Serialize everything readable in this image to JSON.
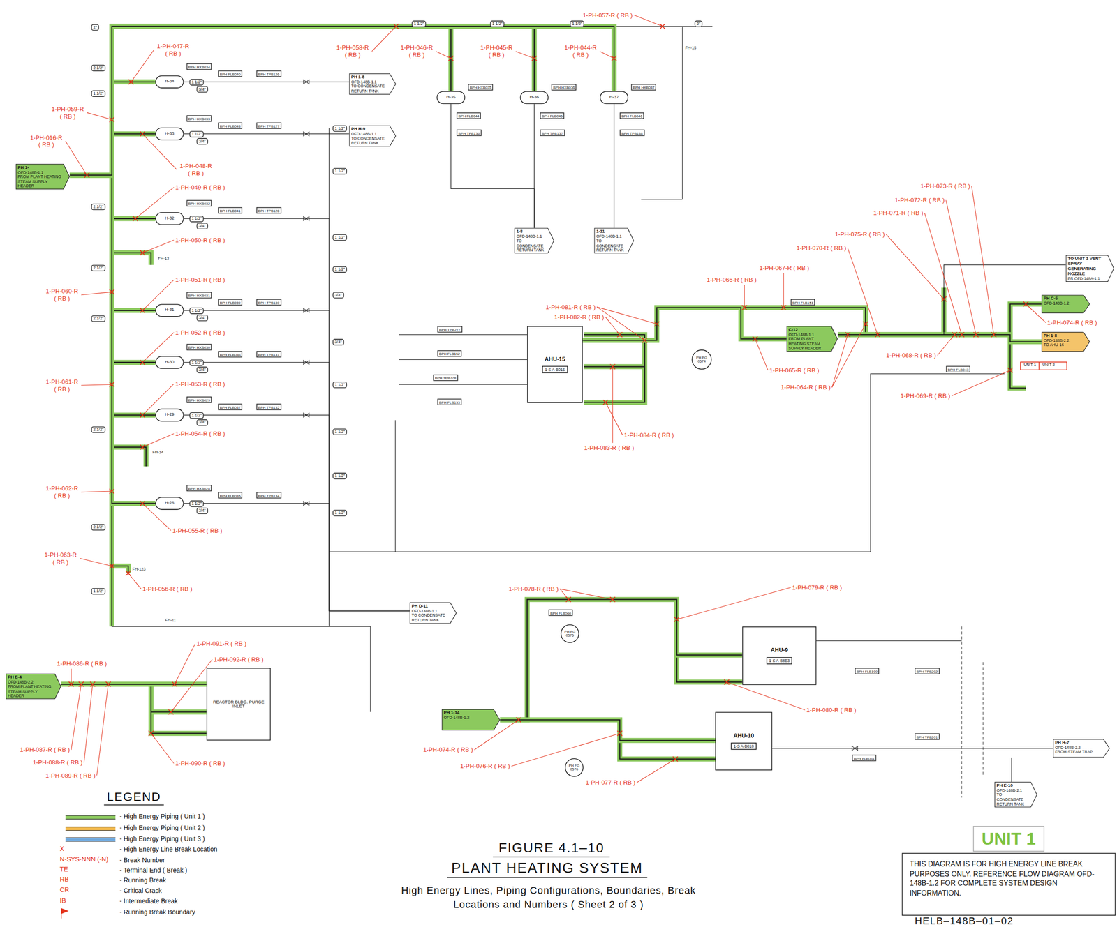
{
  "diagram": {
    "title": "FIGURE 4.1–10",
    "caption": "High Energy Lines, Piping Configurations, Boundaries, Break Locations and Numbers ( Sheet 2 of 3 )",
    "nodes": [
      {
        "text": [
          "PH 1-",
          "OFD-148B-1.1",
          "FROM PLANT HEATING STEAM SUPPLY HEADER"
        ]
      },
      {
        "text": [
          "H-34"
        ]
      },
      {
        "text": [
          "H-33"
        ]
      },
      {
        "text": [
          "H-32"
        ]
      },
      {
        "text": [
          "H-31"
        ]
      },
      {
        "text": [
          "H-30"
        ]
      },
      {
        "text": [
          "H-29"
        ]
      },
      {
        "text": [
          "H-28"
        ]
      },
      {
        "text": [
          "H-35"
        ]
      },
      {
        "text": [
          "H-36"
        ]
      },
      {
        "text": [
          "H-37"
        ]
      },
      {
        "text": [
          "PH 1-8",
          "OFD-148B-1.1",
          "TO CONDENSATE RETURN TANK"
        ]
      },
      {
        "text": [
          "PH H-9",
          "OFD-148B-1.1",
          "TO CONDENSATE RETURN TANK"
        ]
      },
      {
        "text": [
          "1-8",
          "OFD-148B-1.1",
          "TO CONDENSATE RETURN TANK"
        ]
      },
      {
        "text": [
          "1-11",
          "OFD-148B-1.1",
          "TO CONDENSATE RETURN TANK"
        ]
      },
      {
        "text": [
          "PH D-11",
          "OFD-148B-1.1",
          "TO CONDENSATE RETURN TANK"
        ]
      },
      {
        "text": [
          "TO UNIT 1 VENT SPRAY GENERATING NOZZLE",
          "PR OFD-148A-1.1"
        ]
      },
      {
        "text": [
          "PH C-5",
          "OFD-148B-1.2"
        ]
      },
      {
        "text": [
          "PH 1-8",
          "OFD-148B-2.2",
          "TO AHU-16"
        ]
      },
      {
        "text": [
          "C-12",
          "OFD-148B-1.1",
          "FROM PLANT HEATING STEAM SUPPLY HEADER"
        ]
      },
      {
        "text": [
          "AHU-15",
          "1-S A-B015"
        ]
      },
      {
        "text": [
          "PH FG 0574"
        ]
      },
      {
        "text": [
          "PH E-4",
          "OFD-148B-2.2",
          "FROM PLANT HEATING STEAM SUPPLY HEADER"
        ]
      },
      {
        "text": [
          "REACTOR BLDG. PURGE INLET"
        ]
      },
      {
        "text": [
          "PH 1-14",
          "OFD-148B-1.2"
        ]
      },
      {
        "text": [
          "AHU-9",
          "1-S A-B8E3"
        ]
      },
      {
        "text": [
          "PH FG 0575"
        ]
      },
      {
        "text": [
          "AHU-10",
          "1-S A-B818"
        ]
      },
      {
        "text": [
          "PH FG 0576"
        ]
      },
      {
        "text": [
          "PH H-7",
          "OFD-148B-2.2",
          "FROM STEAM TRAP"
        ]
      },
      {
        "text": [
          "PH E-10",
          "OFD-148B-2.1",
          "TO CONDENSATE RETURN TANK"
        ]
      },
      {
        "text": [
          "UNIT 1"
        ]
      },
      {
        "text": [
          "THIS DIAGRAM IS FOR HIGH ENERGY LINE BREAK PURPOSES ONLY. REFERENCE FLOW DIAGRAM OFD-148B-1.2 FOR COMPLETE SYSTEM DESIGN INFORMATION."
        ]
      },
      {
        "text": [
          "UNIT 1",
          "UNIT 2"
        ]
      }
    ],
    "edges": [
      {
        "from": 0,
        "to": 1,
        "arrow": "none"
      },
      {
        "from": 0,
        "to": 2,
        "arrow": "none"
      },
      {
        "from": 0,
        "to": 3,
        "arrow": "none"
      },
      {
        "from": 0,
        "to": 4,
        "arrow": "none"
      },
      {
        "from": 0,
        "to": 5,
        "arrow": "none"
      },
      {
        "from": 0,
        "to": 6,
        "arrow": "none"
      },
      {
        "from": 0,
        "to": 7,
        "arrow": "none"
      },
      {
        "from": 0,
        "to": 8,
        "arrow": "none"
      },
      {
        "from": 0,
        "to": 9,
        "arrow": "none"
      },
      {
        "from": 0,
        "to": 10,
        "arrow": "none"
      },
      {
        "from": 1,
        "to": 11,
        "arrow": "none"
      },
      {
        "from": 2,
        "to": 12,
        "arrow": "none"
      },
      {
        "from": 3,
        "to": 15,
        "arrow": "none"
      },
      {
        "from": 4,
        "to": 15,
        "arrow": "none"
      },
      {
        "from": 5,
        "to": 15,
        "arrow": "none"
      },
      {
        "from": 6,
        "to": 15,
        "arrow": "none"
      },
      {
        "from": 7,
        "to": 15,
        "arrow": "none"
      },
      {
        "from": 8,
        "to": 13,
        "arrow": "none"
      },
      {
        "from": 9,
        "to": 13,
        "arrow": "none"
      },
      {
        "from": 10,
        "to": 14,
        "arrow": "none"
      },
      {
        "from": 19,
        "to": 20,
        "arrow": "none"
      },
      {
        "from": 19,
        "to": 17,
        "arrow": "none"
      },
      {
        "from": 19,
        "to": 18,
        "arrow": "none"
      },
      {
        "from": 19,
        "to": 16,
        "arrow": "none"
      },
      {
        "from": 22,
        "to": 23,
        "arrow": "none"
      },
      {
        "from": 24,
        "to": 25,
        "arrow": "none"
      },
      {
        "from": 24,
        "to": 27,
        "arrow": "none"
      },
      {
        "from": 27,
        "to": 29,
        "arrow": "none"
      }
    ],
    "labels": [
      "1-PH-057-R ( RB )",
      "1-PH-058-R ( RB )",
      "1-PH-046-R ( RB )",
      "1-PH-045-R ( RB )",
      "1-PH-044-R ( RB )",
      "1-PH-047-R ( RB )",
      "1-PH-059-R ( RB )",
      "1-PH-016-R ( RB )",
      "1-PH-048-R ( RB )",
      "1-PH-049-R ( RB )",
      "1-PH-050-R ( RB )",
      "1-PH-051-R ( RB )",
      "1-PH-060-R ( RB )",
      "1-PH-052-R ( RB )",
      "1-PH-061-R ( RB )",
      "1-PH-053-R ( RB )",
      "1-PH-054-R ( RB )",
      "1-PH-062-R ( RB )",
      "1-PH-055-R ( RB )",
      "1-PH-063-R ( RB )",
      "1-PH-056-R ( RB )",
      "1-PH-073-R ( RB )",
      "1-PH-072-R ( RB )",
      "1-PH-071-R ( RB )",
      "1-PH-075-R ( RB )",
      "1-PH-070-R ( RB )",
      "1-PH-067-R ( RB )",
      "1-PH-066-R ( RB )",
      "1-PH-081-R ( RB )",
      "1-PH-082-R ( RB )",
      "1-PH-074-R ( RB )",
      "1-PH-068-R ( RB )",
      "1-PH-065-R ( RB )",
      "1-PH-064-R ( RB )",
      "1-PH-069-R ( RB )",
      "1-PH-084-R ( RB )",
      "1-PH-083-R ( RB )",
      "1-PH-078-R ( RB )",
      "1-PH-079-R ( RB )",
      "1-PH-091-R ( RB )",
      "1-PH-092-R ( RB )",
      "1-PH-086-R ( RB )",
      "1-PH-080-R ( RB )",
      "1-PH-087-R ( RB )",
      "1-PH-088-R ( RB )",
      "1-PH-089-R ( RB )",
      "1-PH-090-R ( RB )",
      "1-PH-074-R ( RB )",
      "1-PH-076-R ( RB )",
      "1-PH-077-R ( RB )",
      "BPH HXB034",
      "1 1/2\"",
      "BPH FLB040",
      "BPH TPB126",
      "3/4\"",
      "BPH HXB033",
      "1 1/2\"",
      "BPH FLB043",
      "BPH TPB127",
      "3/4\"",
      "BPH HXB032",
      "1 1/2\"",
      "BPH FLB041",
      "BPH TPB128",
      "3/4\"",
      "BPH HXB031",
      "1 1/2\"",
      "BPH FLB039",
      "BPH TPB130",
      "3/4\"",
      "BPH HXB030",
      "1 1/2\"",
      "BPH FLB036",
      "BPH TPB131",
      "3/4\"",
      "BPH HXB029",
      "1 1/2\"",
      "BPH FLB037",
      "BPH TPB132",
      "3/4\"",
      "BPH HXB028",
      "1 1/2\"",
      "BPH FLB035",
      "BPH TPB134",
      "3/4\"",
      "BPH HXB035",
      "BPH FLB044",
      "BPH TPB136",
      "BPH HXB036",
      "BPH FLB045",
      "BPH TPB137",
      "BPH HXB037",
      "BPH FLB046",
      "BPH TPB138",
      "FH-13",
      "FH-14",
      "FH-11",
      "FH-123",
      "FH-15",
      "2\"",
      "2 1/2\"",
      "1 1/2\"",
      "2 1/2\"",
      "2 1/2\"",
      "2 1/2\"",
      "2 1/2\"",
      "2 1/2\"",
      "1 1/2\"",
      "1 1/2\"",
      "1 1/2\"",
      "1 1/2\"",
      "1 1/2\"",
      "3/4\"",
      "3/4\"",
      "1 1/2\"",
      "1 1/2\"",
      "1 1/2\"",
      "1 1/2\"",
      "1 1/2\"",
      "1 1/2\"",
      "1 1/2\"",
      "2\"",
      "BPH TPB277",
      "BPH FLB152",
      "BPH TPB278",
      "BPH FLB153",
      "BPH FLB151",
      "BPH FLB043",
      "BPH FLB060",
      "BPH FLB061",
      "BPH TPB201",
      "BPH TPB202",
      "BPH FLB100",
      "LEGEND",
      "X",
      "N-SYS-NNN (-N)",
      "TE",
      "RB",
      "CR",
      "IB",
      "PLANT HEATING SYSTEM",
      "HELB–148B–01–02"
    ],
    "legend": [
      {
        "text": "- High Energy Piping ( Unit 1 )",
        "color": "#8cc95e"
      },
      {
        "text": "- High Energy Piping ( Unit 2 )",
        "color": "#f2b84b"
      },
      {
        "text": "- High Energy Piping ( Unit 3 )",
        "color": "#6fa8dc"
      },
      {
        "text": "- High Energy Line Break Location"
      },
      {
        "text": "- Break Number"
      },
      {
        "text": "- Terminal End ( Break )"
      },
      {
        "text": "- Running Break"
      },
      {
        "text": "- Critical Crack"
      },
      {
        "text": "- Intermediate Break"
      },
      {
        "text": "- Running Break Boundary"
      }
    ]
  }
}
